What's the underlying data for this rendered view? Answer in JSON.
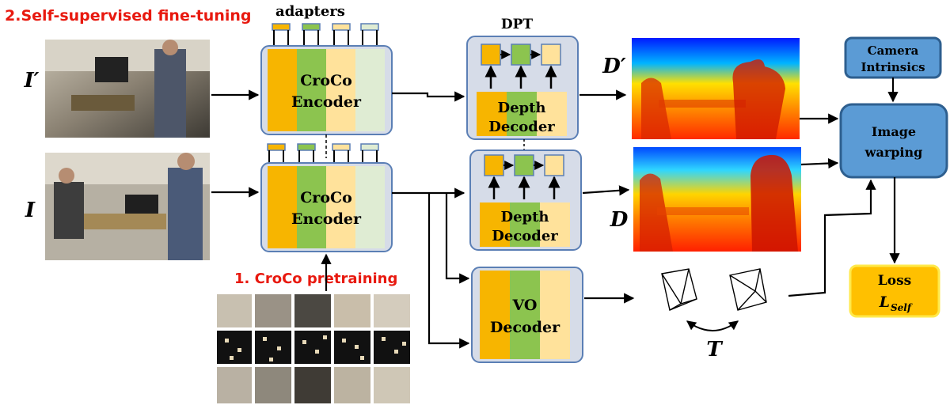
{
  "stage_titles": {
    "fine_tuning": "2.Self-supervised fine-tuning",
    "pretraining": "1. CroCo pretraining"
  },
  "labels": {
    "adapters": "adapters",
    "dpt": "DPT",
    "input_prime": "I′",
    "input": "I",
    "depth_prime": "D′",
    "depth": "D",
    "pose": "T"
  },
  "encoder": {
    "line1": "CroCo",
    "line2": "Encoder"
  },
  "depth_decoder": {
    "line1": "Depth",
    "line2": "Decoder"
  },
  "vo_decoder": {
    "line1": "VO",
    "line2": "Decoder"
  },
  "camera": {
    "line1": "Camera",
    "line2": "Intrinsics"
  },
  "warping": {
    "line1": "Image",
    "line2": "warping"
  },
  "loss": {
    "line1": "Loss",
    "symbol": "L",
    "subscript": "Self"
  },
  "colors": {
    "title_red": "#e8190f",
    "block_fill": "#d6dce8",
    "block_stroke": "#5b7fb5",
    "orange": "#f7b500",
    "green": "#8cc44f",
    "light_yellow": "#ffe29b",
    "pale_green": "#dfecd3",
    "blue_box": "#5b9bd5",
    "blue_stroke": "#2e5f8f",
    "loss_fill": "#ffc000",
    "loss_stroke": "#ffe94a"
  }
}
